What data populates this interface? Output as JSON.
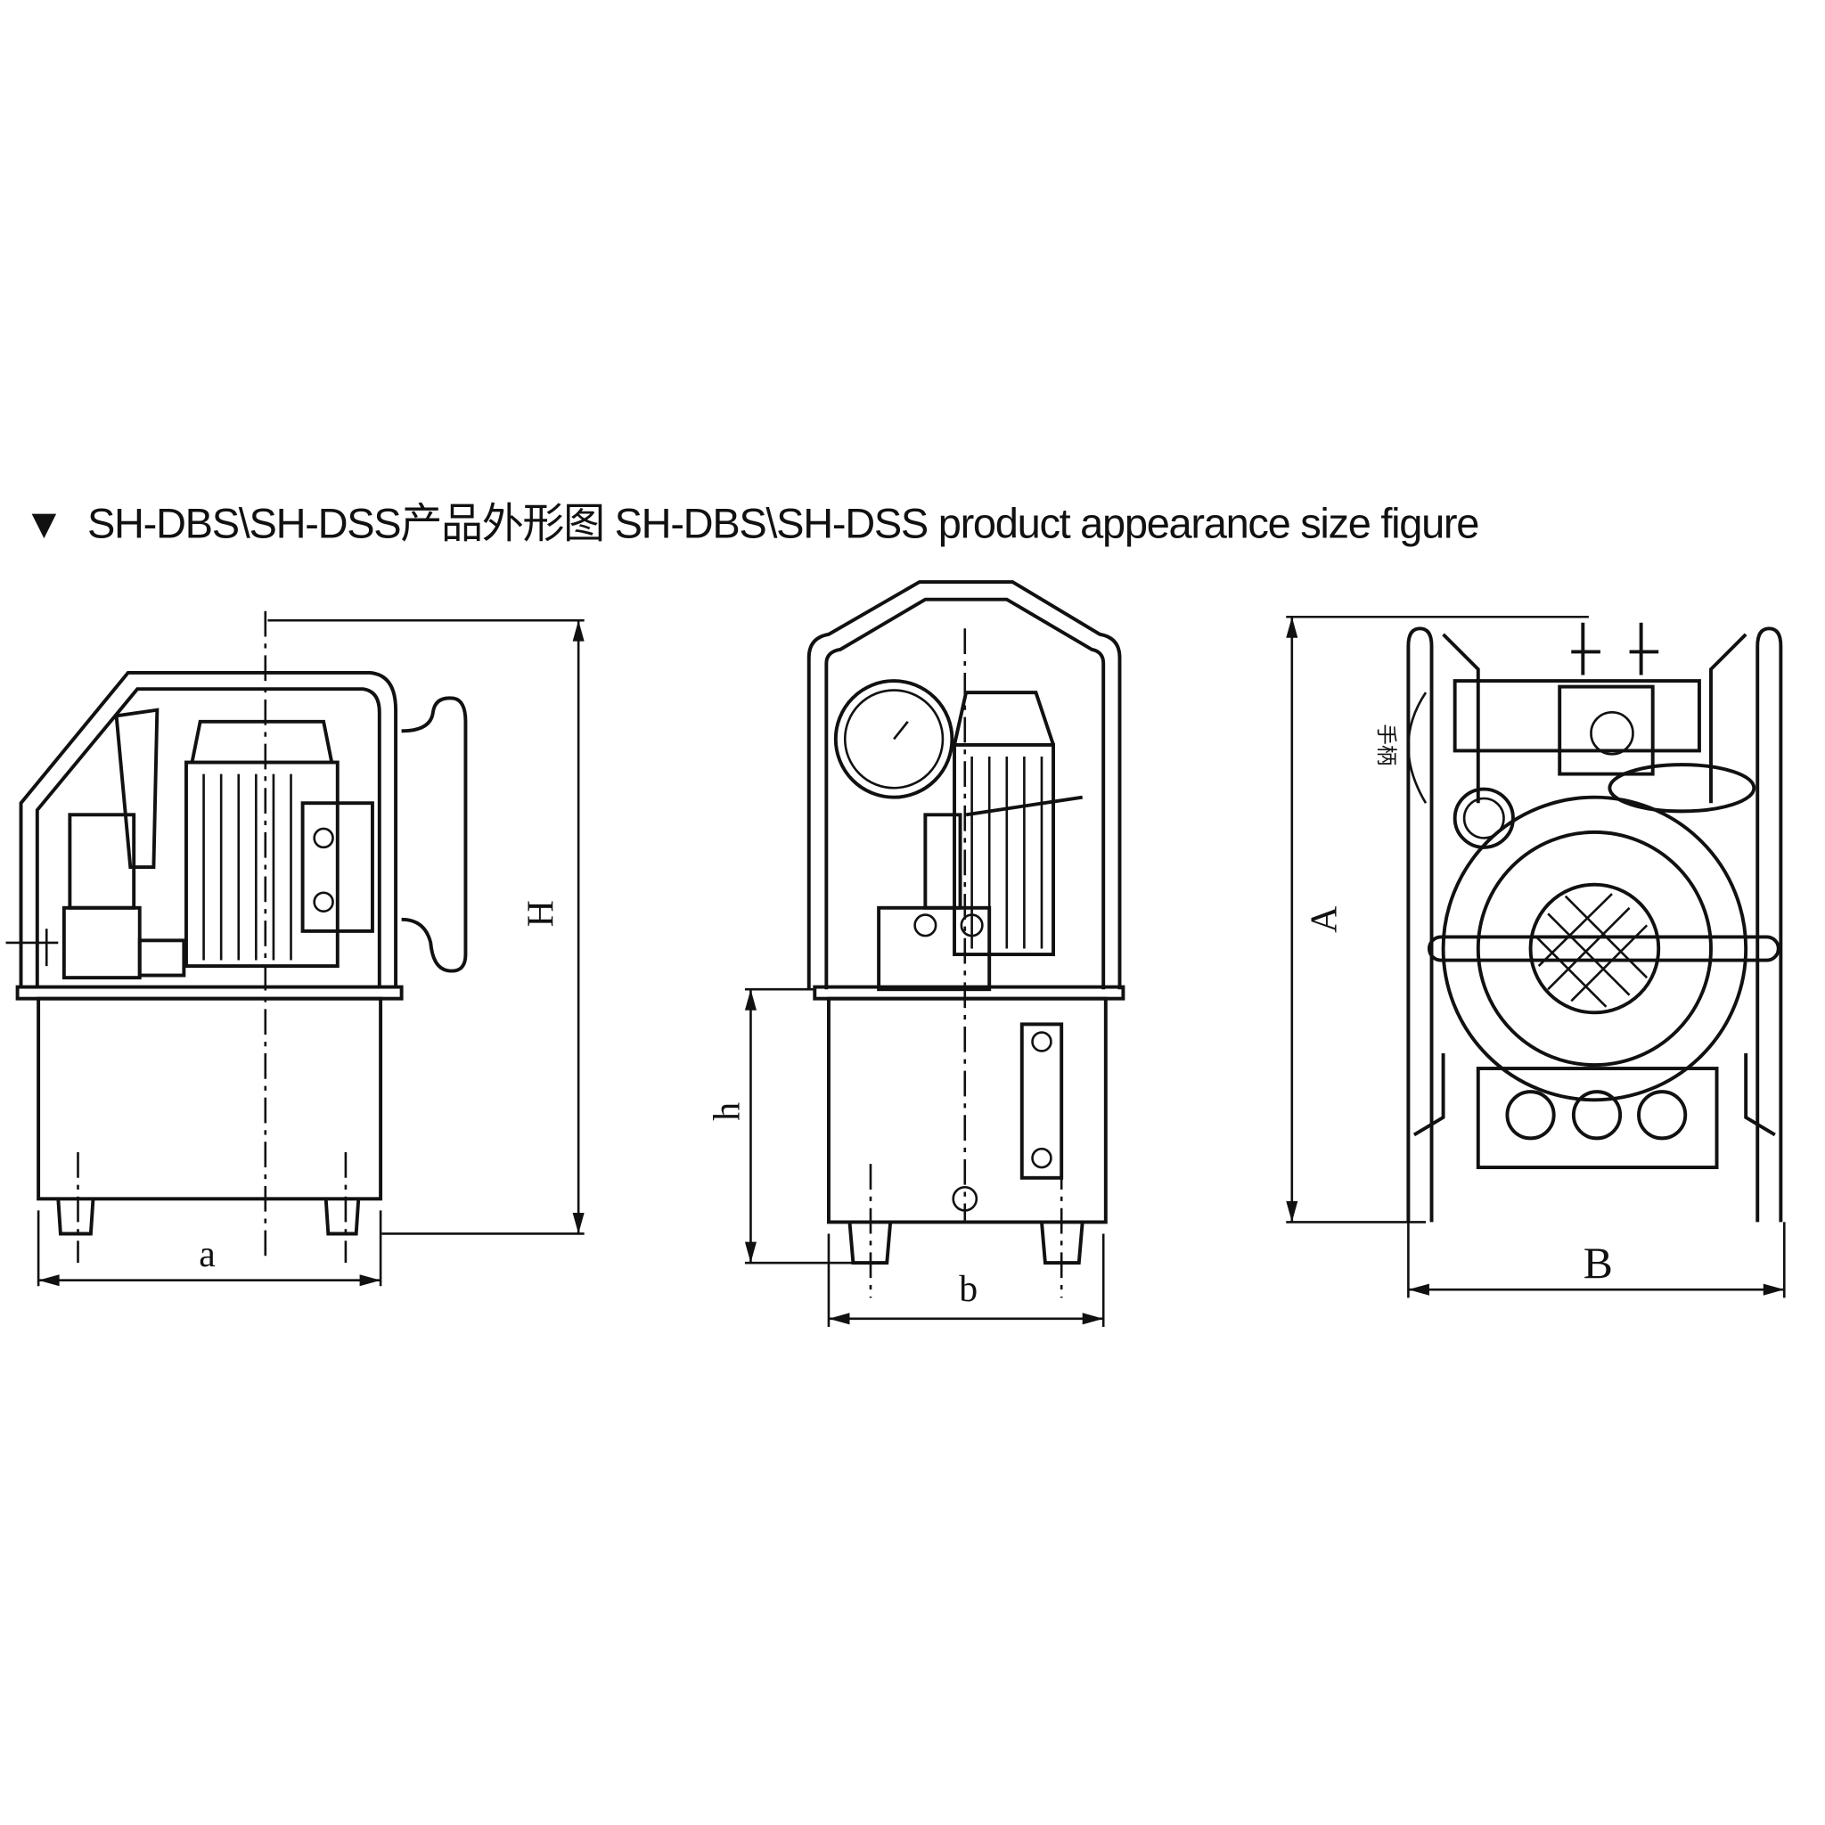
{
  "title": {
    "marker": "▼",
    "text": "SH-DBS\\SH-DSS产品外形图  SH-DBS\\SH-DSS product appearance size figure"
  },
  "views": {
    "side": {
      "height_label": "H",
      "width_label": "a"
    },
    "front": {
      "height_label": "h",
      "width_label": "b"
    },
    "top": {
      "length_label": "A",
      "width_label": "B",
      "handle_note": "手柄"
    }
  }
}
